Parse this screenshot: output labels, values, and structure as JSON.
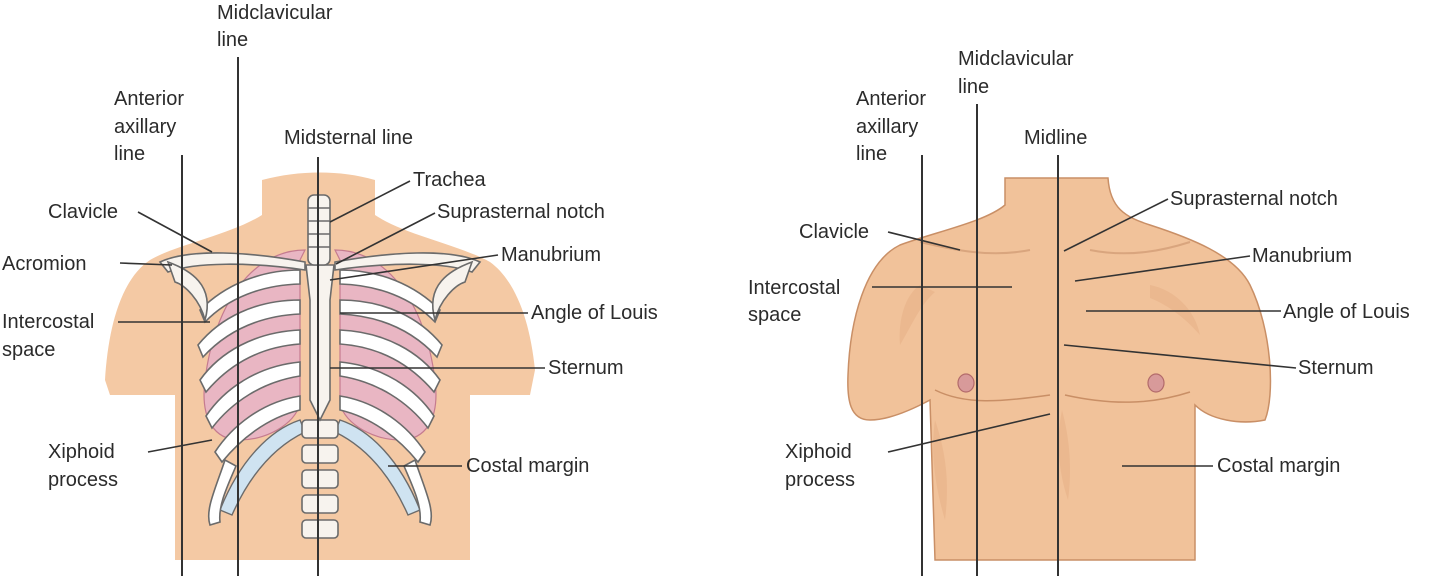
{
  "left_figure": {
    "labels": {
      "midclavicular_line": [
        "Midclavicular",
        "line"
      ],
      "anterior_axillary_line": [
        "Anterior",
        "axillary",
        "line"
      ],
      "midsternal_line": "Midsternal line",
      "trachea": "Trachea",
      "clavicle": "Clavicle",
      "suprasternal_notch": "Suprasternal notch",
      "acromion": "Acromion",
      "manubrium": "Manubrium",
      "intercostal_space": [
        "Intercostal",
        "space"
      ],
      "angle_of_louis": "Angle of Louis",
      "sternum": "Sternum",
      "xiphoid_process": [
        "Xiphoid",
        "process"
      ],
      "costal_margin": "Costal margin"
    }
  },
  "right_figure": {
    "labels": {
      "midclavicular_line": [
        "Midclavicular",
        "line"
      ],
      "anterior_axillary_line": [
        "Anterior",
        "axillary",
        "line"
      ],
      "midline": "Midline",
      "clavicle": "Clavicle",
      "suprasternal_notch": "Suprasternal notch",
      "manubrium": "Manubrium",
      "intercostal_space": [
        "Intercostal",
        "space"
      ],
      "angle_of_louis": "Angle of Louis",
      "sternum": "Sternum",
      "xiphoid_process": [
        "Xiphoid",
        "process"
      ],
      "costal_margin": "Costal margin"
    }
  },
  "colors": {
    "skin": "#f4c9a4",
    "lung": "#e9b6c3",
    "cartilage": "#cfe3f1",
    "bone": "#f7f3ee",
    "line": "#333333"
  }
}
